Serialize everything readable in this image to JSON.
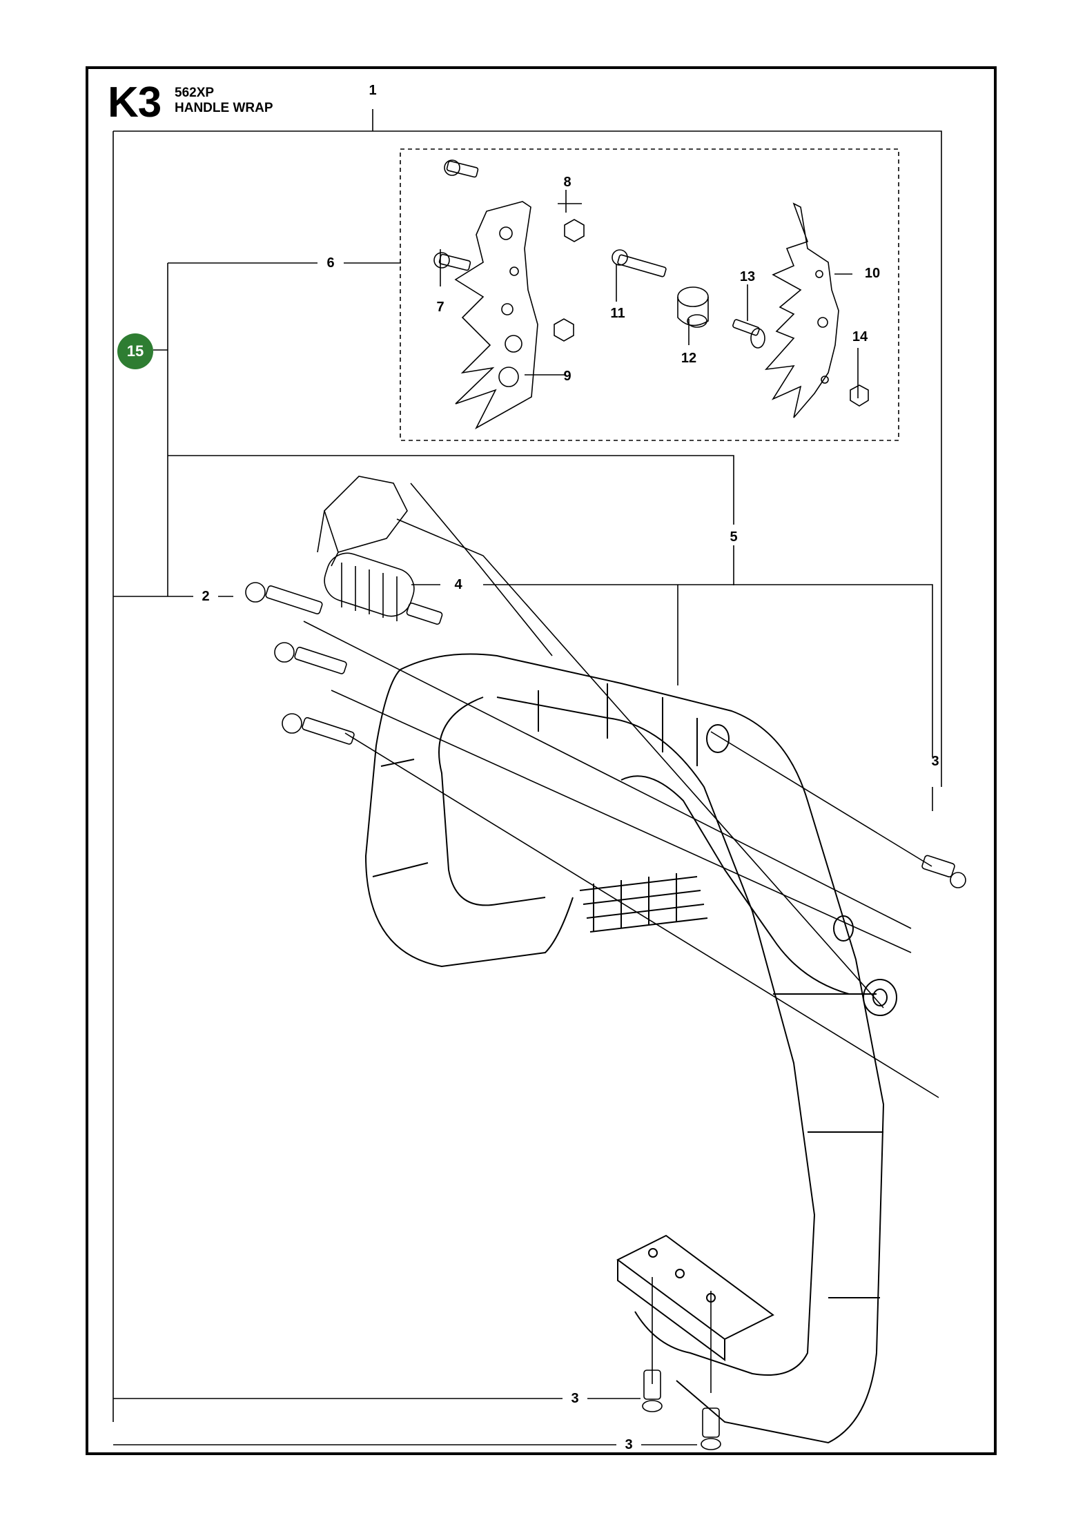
{
  "header": {
    "section_code": "K3",
    "model": "562XP",
    "title": "HANDLE WRAP"
  },
  "kit_badge": {
    "label": "15",
    "color": "#2e7d32"
  },
  "callouts": {
    "c1": "1",
    "c2": "2",
    "c3a": "3",
    "c3b": "3",
    "c3c": "3",
    "c4": "4",
    "c5": "5",
    "c6": "6",
    "c7": "7",
    "c8": "8",
    "c9": "9",
    "c10": "10",
    "c11": "11",
    "c12": "12",
    "c13": "13",
    "c14": "14"
  }
}
